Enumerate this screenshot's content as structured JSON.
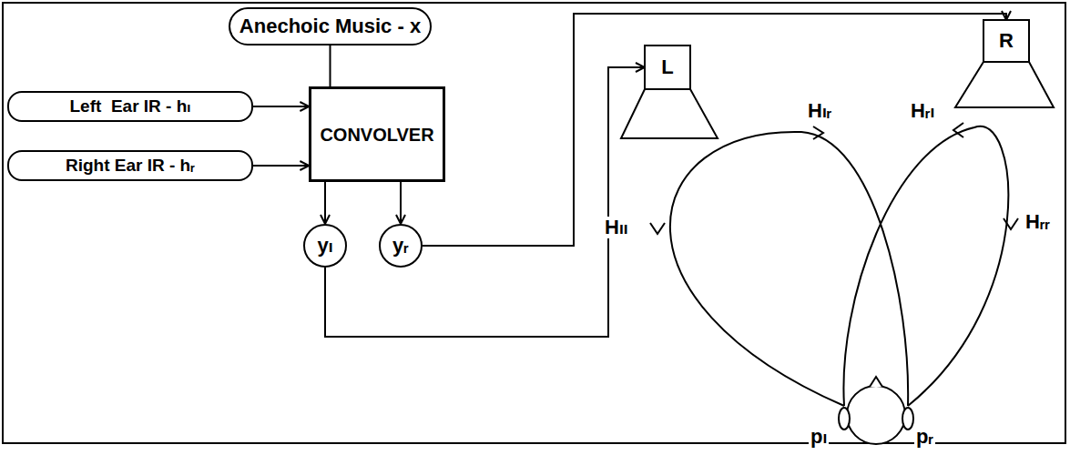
{
  "diagram": {
    "nodes": [
      {
        "text": [
          "Anechoic Music - x"
        ]
      },
      {
        "text": [
          "Left  Ear IR - hₗ"
        ]
      },
      {
        "text": [
          "Right Ear IR - hᵣ"
        ]
      },
      {
        "text": [
          "CONVOLVER"
        ]
      },
      {
        "text": [
          "yₗ"
        ]
      },
      {
        "text": [
          "yᵣ"
        ]
      },
      {
        "text": [
          "L"
        ]
      },
      {
        "text": [
          "R"
        ]
      }
    ],
    "edges": [
      {
        "from": 0,
        "to": 3,
        "arrow": "none"
      },
      {
        "from": 1,
        "to": 3,
        "arrow": "to"
      },
      {
        "from": 2,
        "to": 3,
        "arrow": "to"
      },
      {
        "from": 3,
        "to": 4,
        "arrow": "to"
      },
      {
        "from": 3,
        "to": 5,
        "arrow": "to"
      },
      {
        "from": 4,
        "to": 6,
        "arrow": "to"
      },
      {
        "from": 5,
        "to": 7,
        "arrow": "to"
      }
    ],
    "labels": [
      "Hₗᵣ",
      "Hᵣₗ",
      "Hₗₗ",
      "Hᵣᵣ",
      "pₗ",
      "pᵣ"
    ]
  }
}
